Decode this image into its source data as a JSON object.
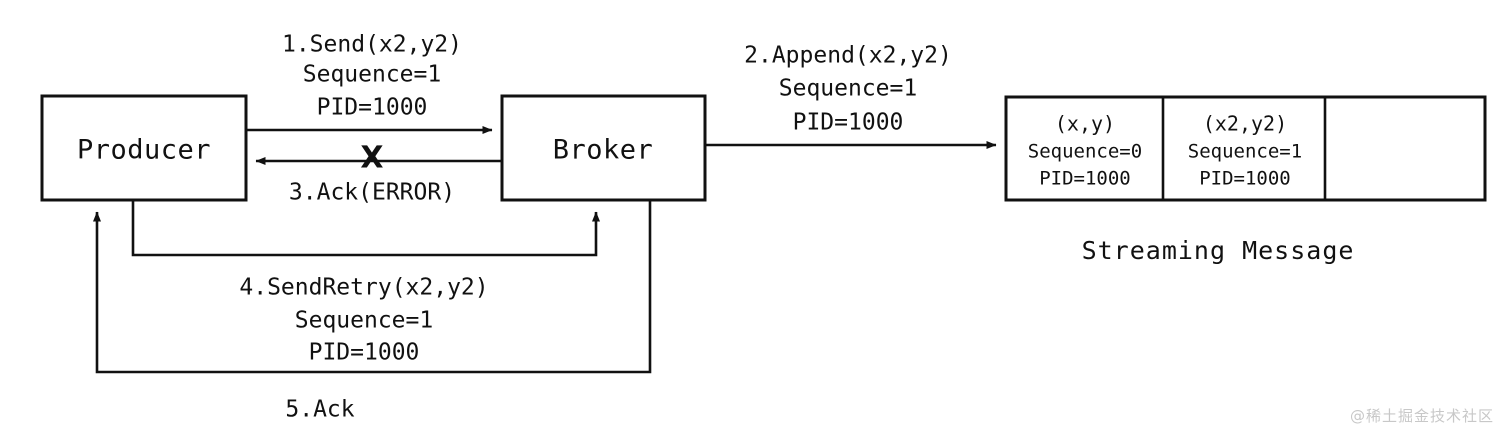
{
  "diagram": {
    "title": "Producer Broker retry sequence diagram",
    "background": "#ffffff",
    "line_color": "#111111"
  },
  "nodes": [
    {
      "id": "producer",
      "label": "Producer"
    },
    {
      "id": "broker",
      "label": "Broker"
    }
  ],
  "edges": [
    {
      "id": "send",
      "lines": [
        "1.Send(x2,y2)",
        "Sequence=1",
        "PID=1000"
      ],
      "from": "producer",
      "to": "broker",
      "direction": "right"
    },
    {
      "id": "ack-error",
      "lines": [
        "3.Ack(ERROR)"
      ],
      "from": "broker",
      "to": "producer",
      "direction": "left",
      "marker": "X"
    },
    {
      "id": "append",
      "lines": [
        "2.Append(x2,y2)",
        "Sequence=1",
        "PID=1000"
      ],
      "from": "broker",
      "to": "stream",
      "direction": "right"
    },
    {
      "id": "send-retry",
      "lines": [
        "4.SendRetry(x2,y2)",
        "Sequence=1",
        "PID=1000"
      ],
      "from": "producer",
      "to": "broker",
      "direction": "right"
    },
    {
      "id": "ack",
      "lines": [
        "5.Ack"
      ],
      "from": "broker",
      "to": "producer",
      "direction": "left"
    }
  ],
  "labels": {
    "send_l1": "1.Send(x2,y2)",
    "send_l2": "Sequence=1",
    "send_l3": "PID=1000",
    "ack_error": "3.Ack(ERROR)",
    "x_mark": "X",
    "append_l1": "2.Append(x2,y2)",
    "append_l2": "Sequence=1",
    "append_l3": "PID=1000",
    "retry_l1": "4.SendRetry(x2,y2)",
    "retry_l2": "Sequence=1",
    "retry_l3": "PID=1000",
    "ack_l1": "5.Ack"
  },
  "stream": {
    "caption": "Streaming Message",
    "cells": [
      {
        "id": "cell-0",
        "empty": false,
        "l1": "(x,y)",
        "l2": "Sequence=0",
        "l3": "PID=1000"
      },
      {
        "id": "cell-1",
        "empty": false,
        "l1": "(x2,y2)",
        "l2": "Sequence=1",
        "l3": "PID=1000"
      },
      {
        "id": "cell-2",
        "empty": true,
        "l1": "",
        "l2": "",
        "l3": ""
      }
    ]
  },
  "watermark": {
    "text": "@稀土掘金技术社区"
  }
}
